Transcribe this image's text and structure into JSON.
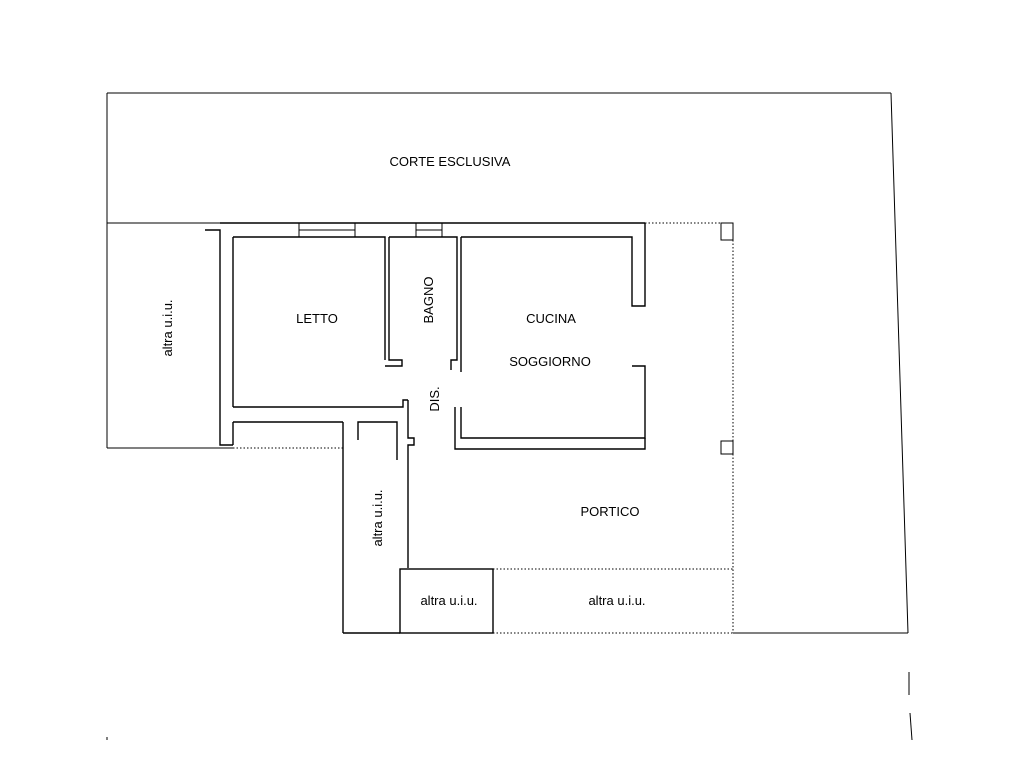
{
  "labels": {
    "corte": "CORTE ESCLUSIVA",
    "altra_left": "altra u.i.u.",
    "letto": "LETTO",
    "bagno": "BAGNO",
    "cucina": "CUCINA",
    "soggiorno": "SOGGIORNO",
    "dis": "DIS.",
    "portico": "PORTICO",
    "altra_corridor": "altra u.i.u.",
    "altra_box": "altra u.i.u.",
    "altra_bottom": "altra u.i.u."
  }
}
